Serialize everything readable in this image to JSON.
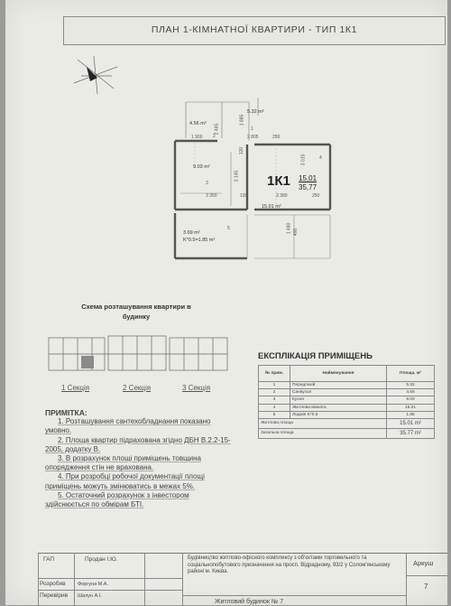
{
  "header": {
    "title": "ПЛАН 1-КІМНАТНОЇ КВАРТИРИ - ТИП 1К1"
  },
  "plan": {
    "rooms": {
      "hall_area": "5.32 m²",
      "bath_area": "4.56 m²",
      "kitchen_area": "9.03 m²",
      "living_area": "15.01 m²",
      "loggia_area": "3.69 m²",
      "loggia_coef": "K*0.5=1.85 m²",
      "kitchen_no": "3",
      "living_no": "4",
      "bath_no": "2",
      "hall_no": "1",
      "loggia_no": "5"
    },
    "dims": {
      "d1900": "1 900",
      "d2805": "2 805",
      "d250a": "250",
      "d3350": "3 350",
      "d120a": "120",
      "d3380": "3 380",
      "d250b": "250",
      "d1885": "1 885",
      "d2465": "2 465",
      "d3145": "3 145",
      "d3015": "3 015",
      "d1480": "1 480",
      "d400": "400",
      "d120b": "120"
    },
    "apt_type": "1К1",
    "apt_living": "15,01",
    "apt_total": "35,77"
  },
  "scheme": {
    "title": "Схема розташування квартири в будинку",
    "sections": [
      "1 Секція",
      "2 Секція",
      "3 Секція"
    ]
  },
  "explication": {
    "title": "ЕКСПЛІКАЦІЯ ПРИМІЩЕНЬ",
    "headers": [
      "№ прим.",
      "Найменування",
      "Площа, м²"
    ],
    "rows": [
      [
        "1",
        "Передпокій",
        "5.32"
      ],
      [
        "2",
        "Санвузол",
        "4.56"
      ],
      [
        "3",
        "Кухня",
        "9.03"
      ],
      [
        "4",
        "Житлова кімната",
        "15.01"
      ],
      [
        "5",
        "Лоджія K*0.5",
        "1.85"
      ]
    ],
    "living_label": "Житлова площа",
    "living_value": "15.01 m²",
    "total_label": "Загальна площа",
    "total_value": "35.77 m²"
  },
  "notes": {
    "title": "ПРИМІТКА:",
    "items": [
      "1. Розташування сантехобладнання показано умовно.",
      "2. Площа квартир підрахована згідно ДБН В.2.2-15-2005, додатку В.",
      "3. В розрахунок площі приміщень товщина опорядження стін не врахована.",
      "4. При розробці робочої документації площі приміщень можуть змінюватись в межах 5%.",
      "5. Остаточний розрахунок з інвестором здійснюється по обмірам БТІ."
    ]
  },
  "stamp": {
    "gap_role": "ГАП",
    "gap_name": "Продан І.Ю.",
    "dev_role": "Розробив",
    "dev_name": "Форгуна М.А.",
    "check_role": "Перевірив",
    "check_name": "Шалун А.І.",
    "project": "Будівництво житлово-офісного комплексу з об'єктами торговельного та соціальнопобутового призначення на просп. Відрадному, 93/2 у Солом'янському районі м. Києва.",
    "building": "Житловий будинок № 7",
    "sheet_label": "Аркуш",
    "sheet_no": "7"
  }
}
